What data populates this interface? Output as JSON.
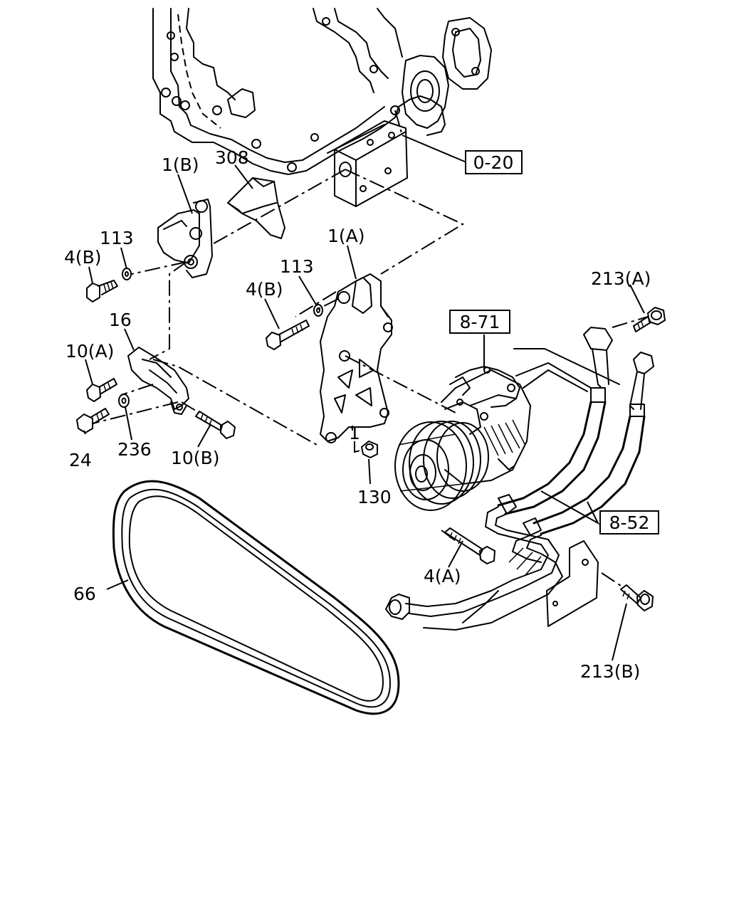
{
  "diagram": {
    "ref_boxes": {
      "engine_block": "0-20",
      "compressor": "8-71",
      "hoses": "8-52"
    },
    "labels": {
      "bracket_b": "1(B)",
      "bracket_a": "1(A)",
      "plate_308": "308",
      "washer_113_upper": "113",
      "washer_113_mid": "113",
      "bolt_4b_upper": "4(B)",
      "bolt_4b_mid": "4(B)",
      "bracket_16": "16",
      "bolt_10a": "10(A)",
      "bolt_24": "24",
      "washer_236": "236",
      "bolt_10b": "10(B)",
      "nut_130": "130",
      "ref_1": "1",
      "belt_66": "66",
      "bolt_4a": "4(A)",
      "bolt_213a": "213(A)",
      "bolt_213b": "213(B)"
    }
  }
}
